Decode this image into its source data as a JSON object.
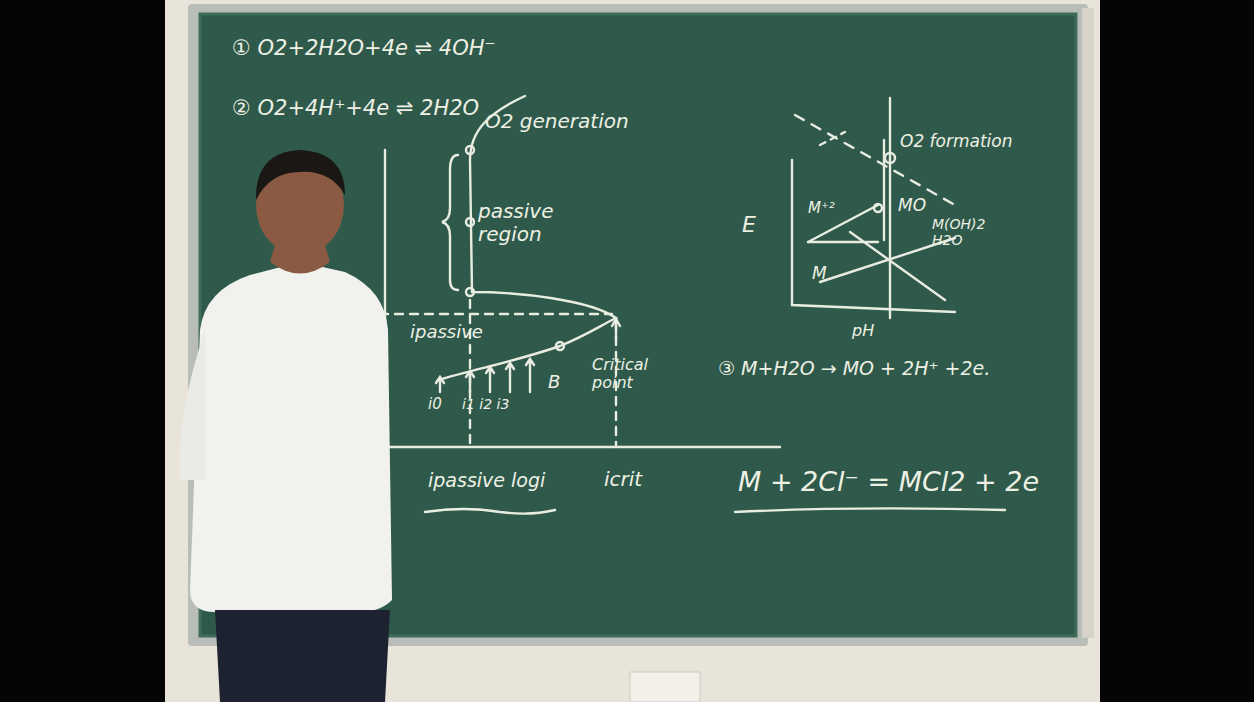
{
  "diagram": {
    "labels": [
      "① O2+2H2O+4e ⇌ 4OH⁻",
      "② O2+4H⁺+4e ⇌ 2H2O",
      "O2 generation",
      "passive region",
      "ipassive",
      "B",
      "Critical point",
      "i0",
      "i1 i2 i3",
      "ipassive logi",
      "icrit",
      "O2 formation",
      "E",
      "M⁺²",
      "MO",
      "M(OH)2 H2O",
      "M",
      "pH",
      "③ M+H2O → MO + 2H⁺ +2e.",
      "M + 2Cl⁻ = MCl2 + 2e"
    ]
  }
}
